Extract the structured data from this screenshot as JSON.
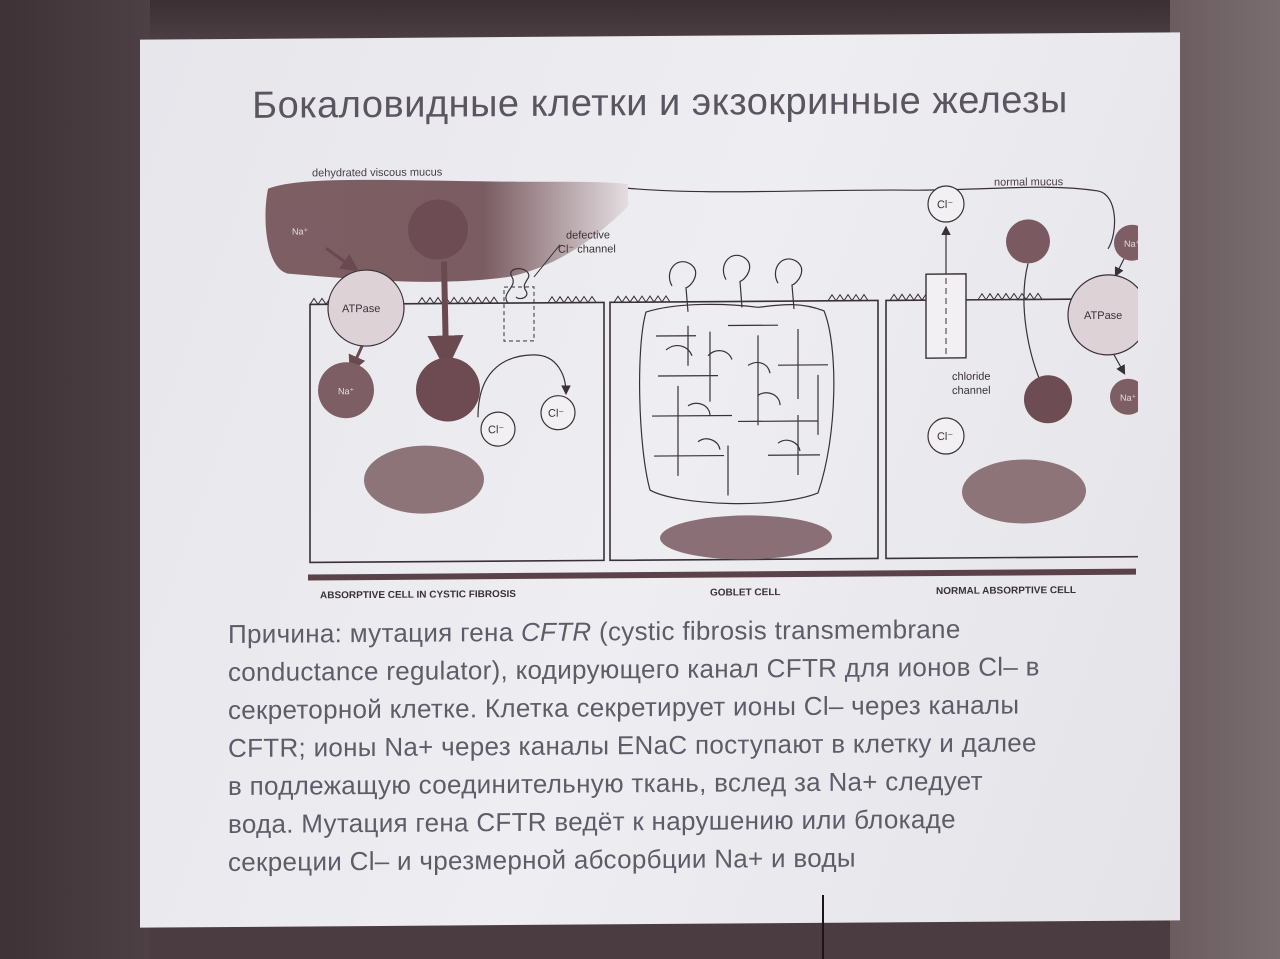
{
  "slide": {
    "title": "Бокаловидные клетки и экзокринные железы"
  },
  "diagram": {
    "labels": {
      "dehydrated_mucus": "dehydrated viscous mucus",
      "normal_mucus": "normal mucus",
      "defective_channel_line1": "defective",
      "defective_channel_line2": "Cl⁻ channel",
      "chloride_channel_line1": "chloride",
      "chloride_channel_line2": "channel",
      "atpase_left": "ATPase",
      "atpase_right": "ATPase",
      "na_top_left": "Na⁺",
      "na_mid_left": "Na⁺",
      "na_top_right": "Na⁺",
      "na_mid_right": "Na⁺",
      "cl_left_1": "Cl⁻",
      "cl_left_2": "Cl⁻",
      "cl_right_top": "Cl⁻",
      "cl_right_bottom": "Cl⁻"
    },
    "cell_captions": [
      "ABSORPTIVE CELL IN CYSTIC FIBROSIS",
      "GOBLET CELL",
      "NORMAL ABSORPTIVE CELL"
    ]
  },
  "body_text": {
    "line1_a": "Причина: мутация гена ",
    "line1_em": "CFTR",
    "line1_b": " (cystic fibrosis transmembrane",
    "line2": "conductance regulator), кодирующего канал CFTR для ионов Cl– в",
    "line3": "секреторной клетке. Клетка секретирует ионы Cl– через каналы",
    "line4": "CFTR; ионы Na+ через каналы ENaC поступают в клетку и далее",
    "line5": "в подлежащую соединительную ткань, вслед за Na+ следует",
    "line6": "вода. Мутация гена CFTR ведёт к нарушению или блокаде",
    "line7": "секреции Cl– и чрезмерной абсорбции Na+ и воды"
  },
  "colors": {
    "slide_bg": "#ececf0",
    "ink": "#3a3038",
    "mucus": "#7a5e62",
    "cell_fill": "#8a6a70",
    "nucleus": "#8c7479"
  }
}
